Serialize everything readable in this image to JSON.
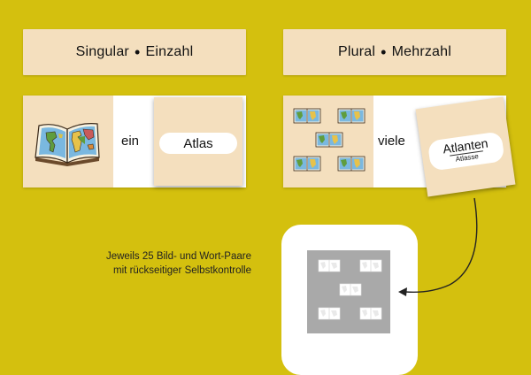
{
  "singular": {
    "header_left": "Singular",
    "header_sep": "•",
    "header_right": "Einzahl",
    "joiner": "ein",
    "word": "Atlas",
    "picture_icon": "open-atlas-icon"
  },
  "plural": {
    "header_left": "Plural",
    "header_sep": "•",
    "header_right": "Mehrzahl",
    "joiner": "viele",
    "word": "Atlanten",
    "word_sub": "Atlasse",
    "picture_icon": "atlas-group-icon",
    "picture_count": 5
  },
  "note": {
    "line1": "Jeweils 25 Bild- und Wort-Paare",
    "line2": "mit rückseitiger Selbstkontrolle"
  },
  "back_card": {
    "icon": "atlas-group-icon",
    "picture_count": 5
  },
  "colors": {
    "background": "#d4c00e",
    "card": "#f4dfbe",
    "panel": "#ffffff",
    "back_card": "#a9a9a9",
    "arrow": "#222222"
  }
}
